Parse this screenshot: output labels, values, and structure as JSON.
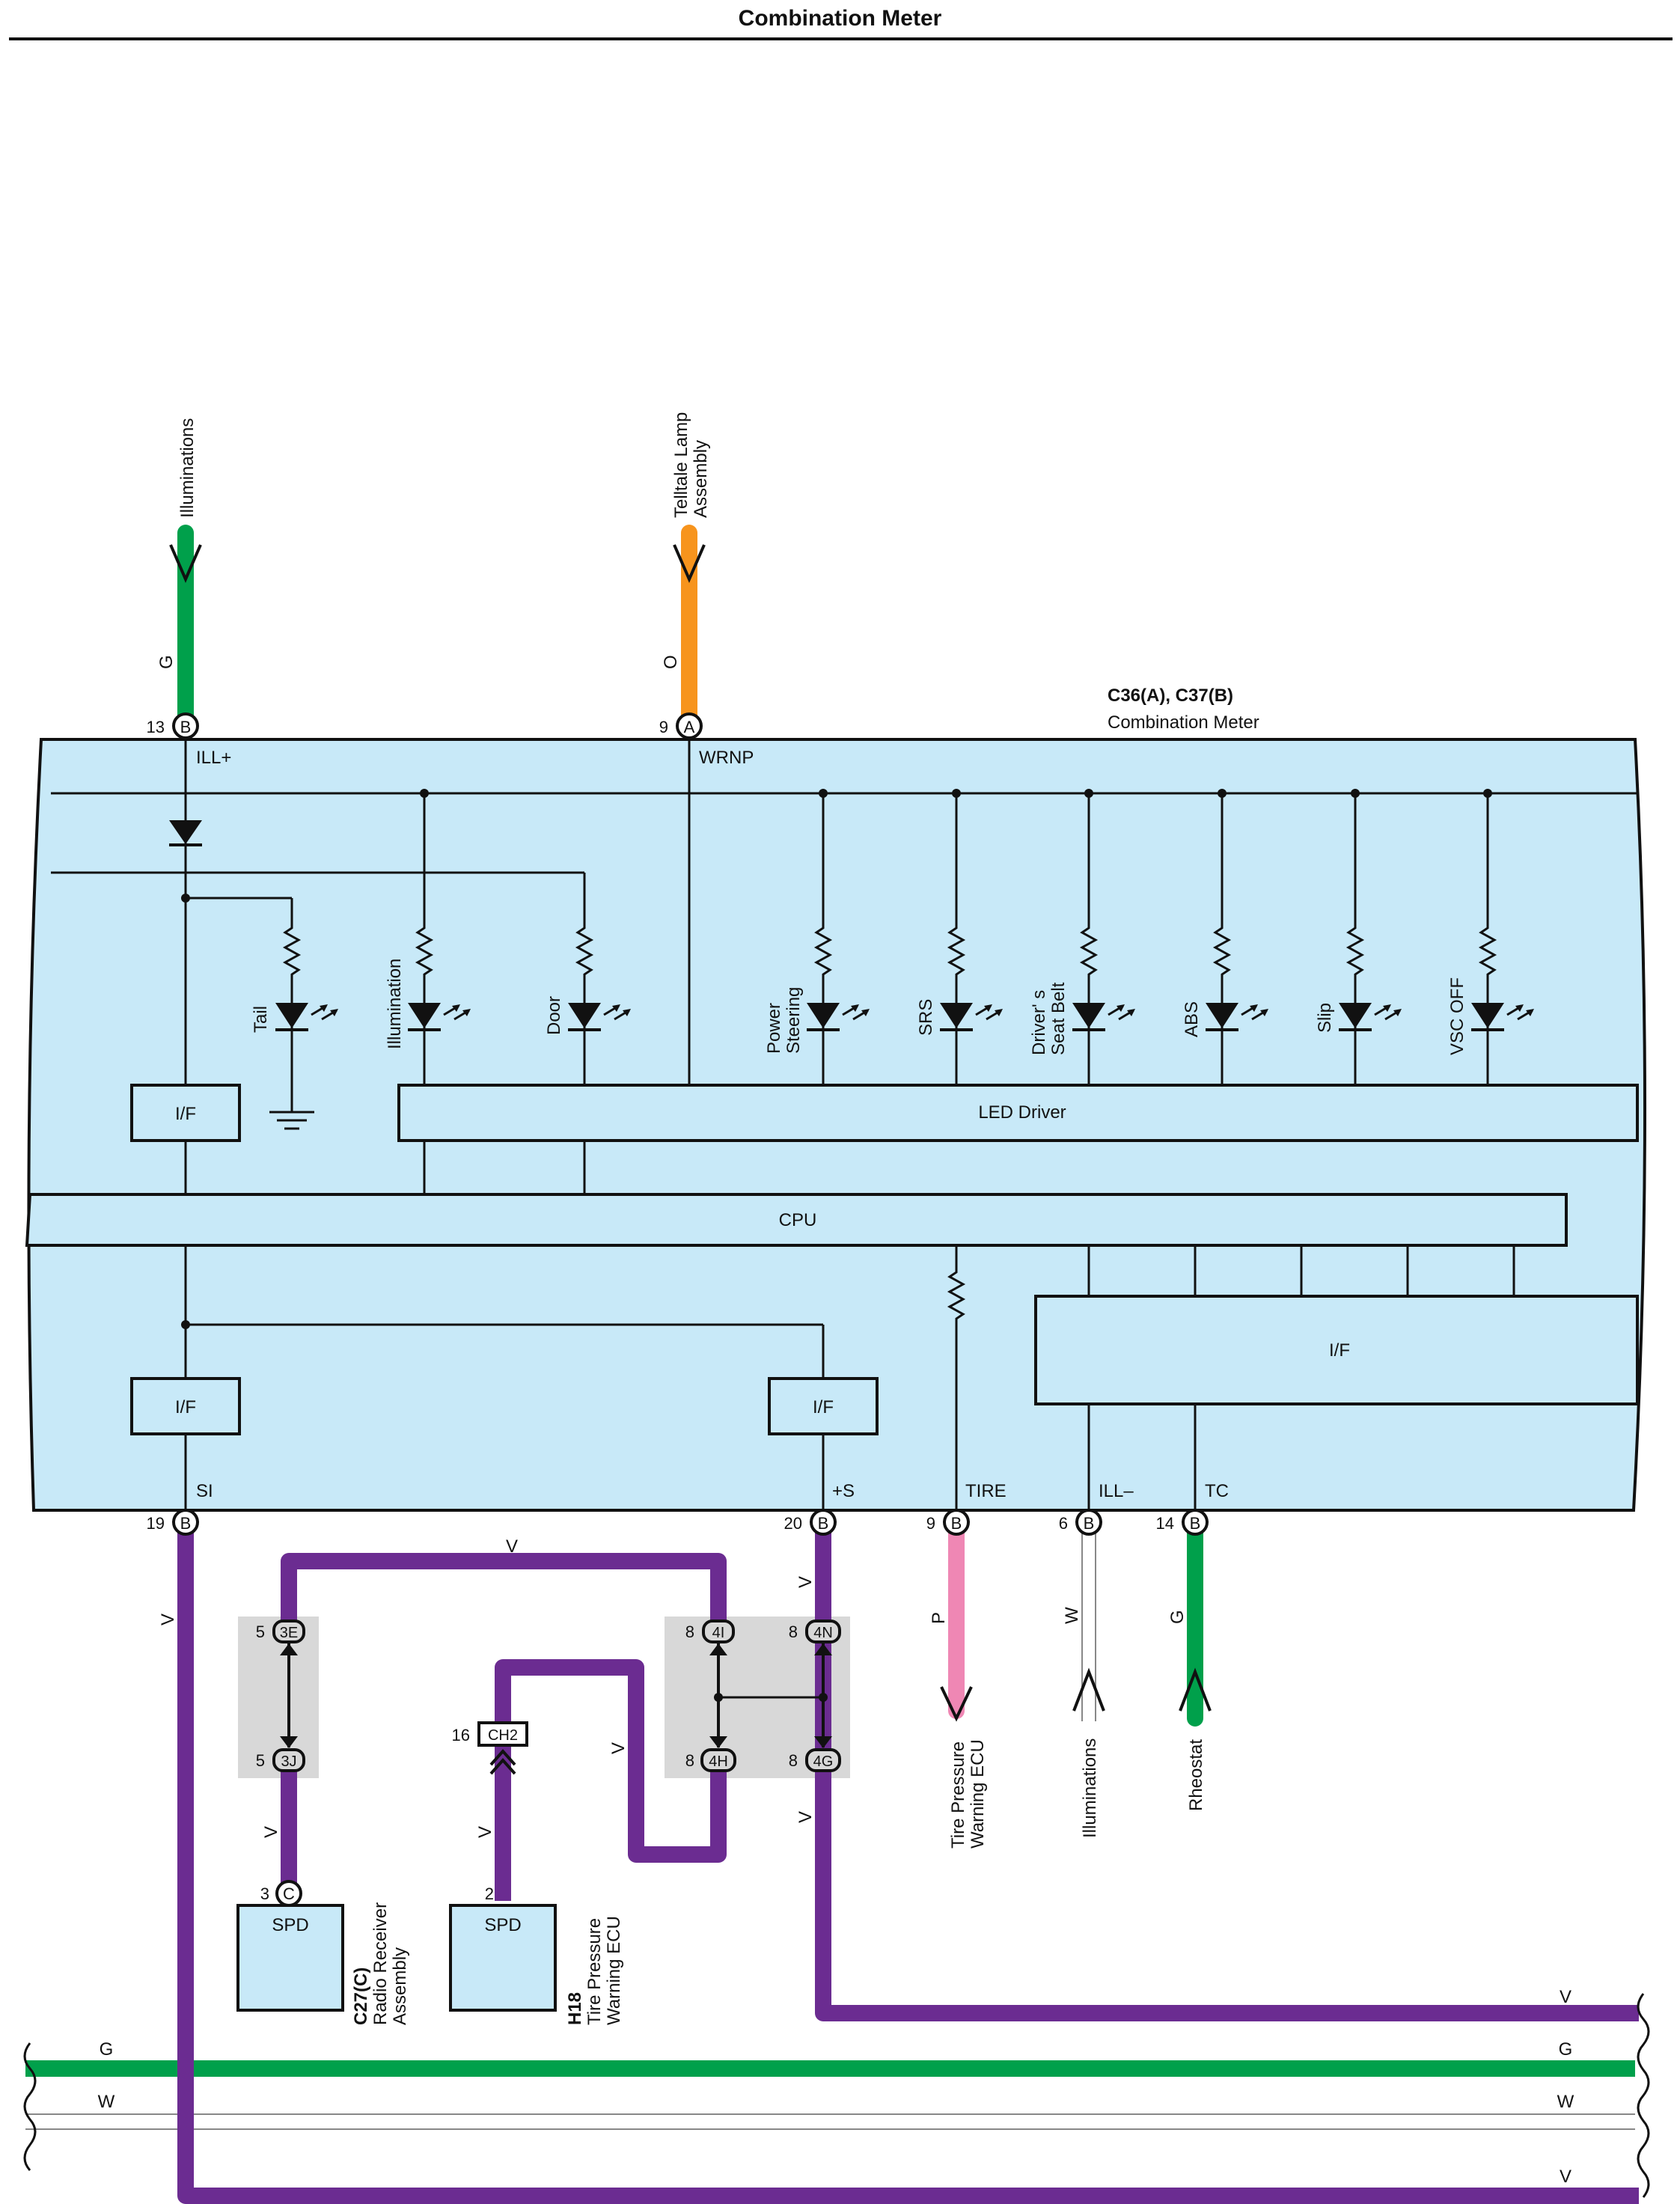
{
  "title": "Combination Meter",
  "meter": {
    "code": "C36(A), C37(B)",
    "name": "Combination Meter"
  },
  "top_connections": {
    "illuminations": {
      "dest": "Illuminations",
      "wire": "G",
      "pin": "13",
      "conn": "B",
      "terminal": "ILL+"
    },
    "telltale": {
      "dest_line1": "Telltale Lamp",
      "dest_line2": "Assembly",
      "wire": "O",
      "pin": "9",
      "conn": "A",
      "terminal": "WRNP"
    }
  },
  "leds": {
    "tail": "Tail",
    "illumination": "Illumination",
    "door": "Door",
    "power_steering_1": "Power",
    "power_steering_2": "Steering",
    "srs": "SRS",
    "seat_belt_1": "Driver' s",
    "seat_belt_2": "Seat Belt",
    "abs": "ABS",
    "slip": "Slip",
    "vsc_off": "VSC OFF"
  },
  "blocks": {
    "if_label": "I/F",
    "led_driver": "LED Driver",
    "cpu": "CPU"
  },
  "bottom_terminals": {
    "si": {
      "pin": "19",
      "conn": "B",
      "name": "SI"
    },
    "s_plus": {
      "pin": "20",
      "conn": "B",
      "name": "+S"
    },
    "tire": {
      "pin": "9",
      "conn": "B",
      "name": "TIRE"
    },
    "ill_minus": {
      "pin": "6",
      "conn": "B",
      "name": "ILL–"
    },
    "tc": {
      "pin": "14",
      "conn": "B",
      "name": "TC"
    }
  },
  "wire_colors": {
    "v": "V",
    "p": "P",
    "w": "W",
    "g": "G"
  },
  "junctions": {
    "j3e": {
      "pin": "5",
      "name": "3E"
    },
    "j3j": {
      "pin": "5",
      "name": "3J"
    },
    "j4i": {
      "pin": "8",
      "name": "4I"
    },
    "j4n": {
      "pin": "8",
      "name": "4N"
    },
    "j4h": {
      "pin": "8",
      "name": "4H"
    },
    "j4g": {
      "pin": "8",
      "name": "4G"
    },
    "ch2": {
      "pin": "16",
      "name": "CH2"
    }
  },
  "outputs": {
    "tire_ecu_1": "Tire Pressure",
    "tire_ecu_2": "Warning ECU",
    "illuminations": "Illuminations",
    "rheostat": "Rheostat"
  },
  "components": {
    "radio": {
      "code": "C27(C)",
      "line1": "Radio Receiver",
      "line2": "Assembly",
      "pin": "3",
      "conn": "C",
      "label": "SPD"
    },
    "tpms": {
      "code": "H18",
      "line1": "Tire Pressure",
      "line2": "Warning ECU",
      "pin": "2",
      "label": "SPD"
    }
  },
  "colors": {
    "purple": "#6b2c91",
    "green": "#00a04b",
    "orange": "#f7941d",
    "pink": "#ef87b4",
    "panel": "#c8e9f8",
    "junction_grey": "#d8d8d8"
  }
}
